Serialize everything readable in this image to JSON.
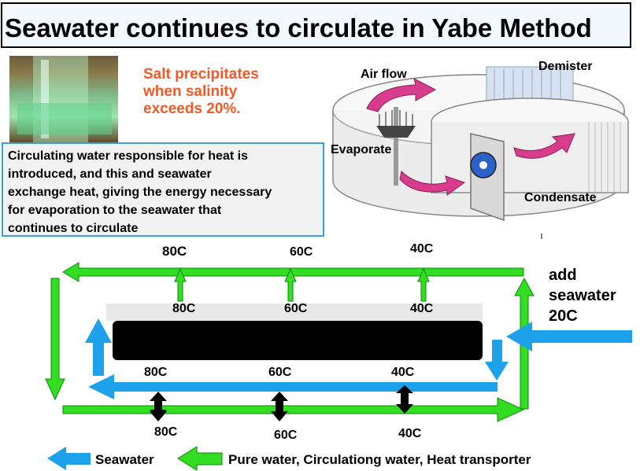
{
  "title": "Seawater continues to circulate in Yabe Method",
  "salt_note": [
    "Salt precipitates",
    "when salinity",
    "exceeds 20%."
  ],
  "description": [
    "Circulating water  responsible for heat is",
    "introduced, and this and seawater",
    "exchange heat, giving the energy necessary",
    "for evaporation to the seawater that",
    "continues to circulate"
  ],
  "apparatus": {
    "air_flow": "Air flow",
    "demister": "Demister",
    "evaporate": "Evaporate",
    "condensate": "Condensate"
  },
  "temps": {
    "top": [
      "80C",
      "60C",
      "40C"
    ],
    "upper_mid": [
      "80C",
      "60C",
      "40C"
    ],
    "lower_mid": [
      "80C",
      "60C",
      "40C"
    ],
    "bottom": [
      "80C",
      "60C",
      "40C"
    ]
  },
  "add_seawater": [
    "add",
    "seawater",
    "20C"
  ],
  "legend": {
    "seawater": "Seawater",
    "pure_water": "Pure water, Circulationg water, Heat transporter"
  },
  "colors": {
    "green": "#33dd22",
    "blue": "#1da1ea",
    "black_bar": "#000000",
    "salt_note": "#f05a28",
    "magenta_arrow": "#d83c8c"
  }
}
